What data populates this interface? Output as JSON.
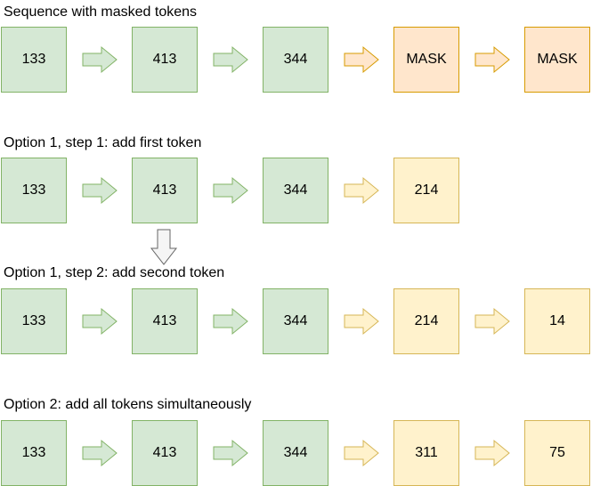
{
  "rows": [
    {
      "title": "Sequence with masked tokens",
      "tokens": [
        {
          "label": "133",
          "style": "green"
        },
        {
          "label": "413",
          "style": "green"
        },
        {
          "label": "344",
          "style": "green"
        },
        {
          "label": "MASK",
          "style": "orange"
        },
        {
          "label": "MASK",
          "style": "orange"
        }
      ],
      "arrows": [
        "green",
        "green",
        "orange",
        "orange"
      ]
    },
    {
      "title": "Option 1, step 1: add first token",
      "tokens": [
        {
          "label": "133",
          "style": "green"
        },
        {
          "label": "413",
          "style": "green"
        },
        {
          "label": "344",
          "style": "green"
        },
        {
          "label": "214",
          "style": "yellow"
        }
      ],
      "arrows": [
        "green",
        "green",
        "yellow"
      ]
    },
    {
      "title": "Option 1, step 2: add second token",
      "tokens": [
        {
          "label": "133",
          "style": "green"
        },
        {
          "label": "413",
          "style": "green"
        },
        {
          "label": "344",
          "style": "green"
        },
        {
          "label": "214",
          "style": "yellow"
        },
        {
          "label": "14",
          "style": "yellow"
        }
      ],
      "arrows": [
        "green",
        "green",
        "yellow",
        "yellow"
      ]
    },
    {
      "title": "Option 2: add all tokens simultaneously",
      "tokens": [
        {
          "label": "133",
          "style": "green"
        },
        {
          "label": "413",
          "style": "green"
        },
        {
          "label": "344",
          "style": "green"
        },
        {
          "label": "311",
          "style": "yellow"
        },
        {
          "label": "75",
          "style": "yellow"
        }
      ],
      "arrows": [
        "green",
        "green",
        "yellow",
        "yellow"
      ]
    }
  ],
  "colors": {
    "green_fill": "#d5e8d4",
    "green_stroke": "#82b366",
    "orange_fill": "#ffe6cc",
    "orange_stroke": "#d79b00",
    "yellow_fill": "#fff2cc",
    "yellow_stroke": "#d6b656",
    "gray_fill": "#f5f5f5",
    "gray_stroke": "#666666"
  }
}
